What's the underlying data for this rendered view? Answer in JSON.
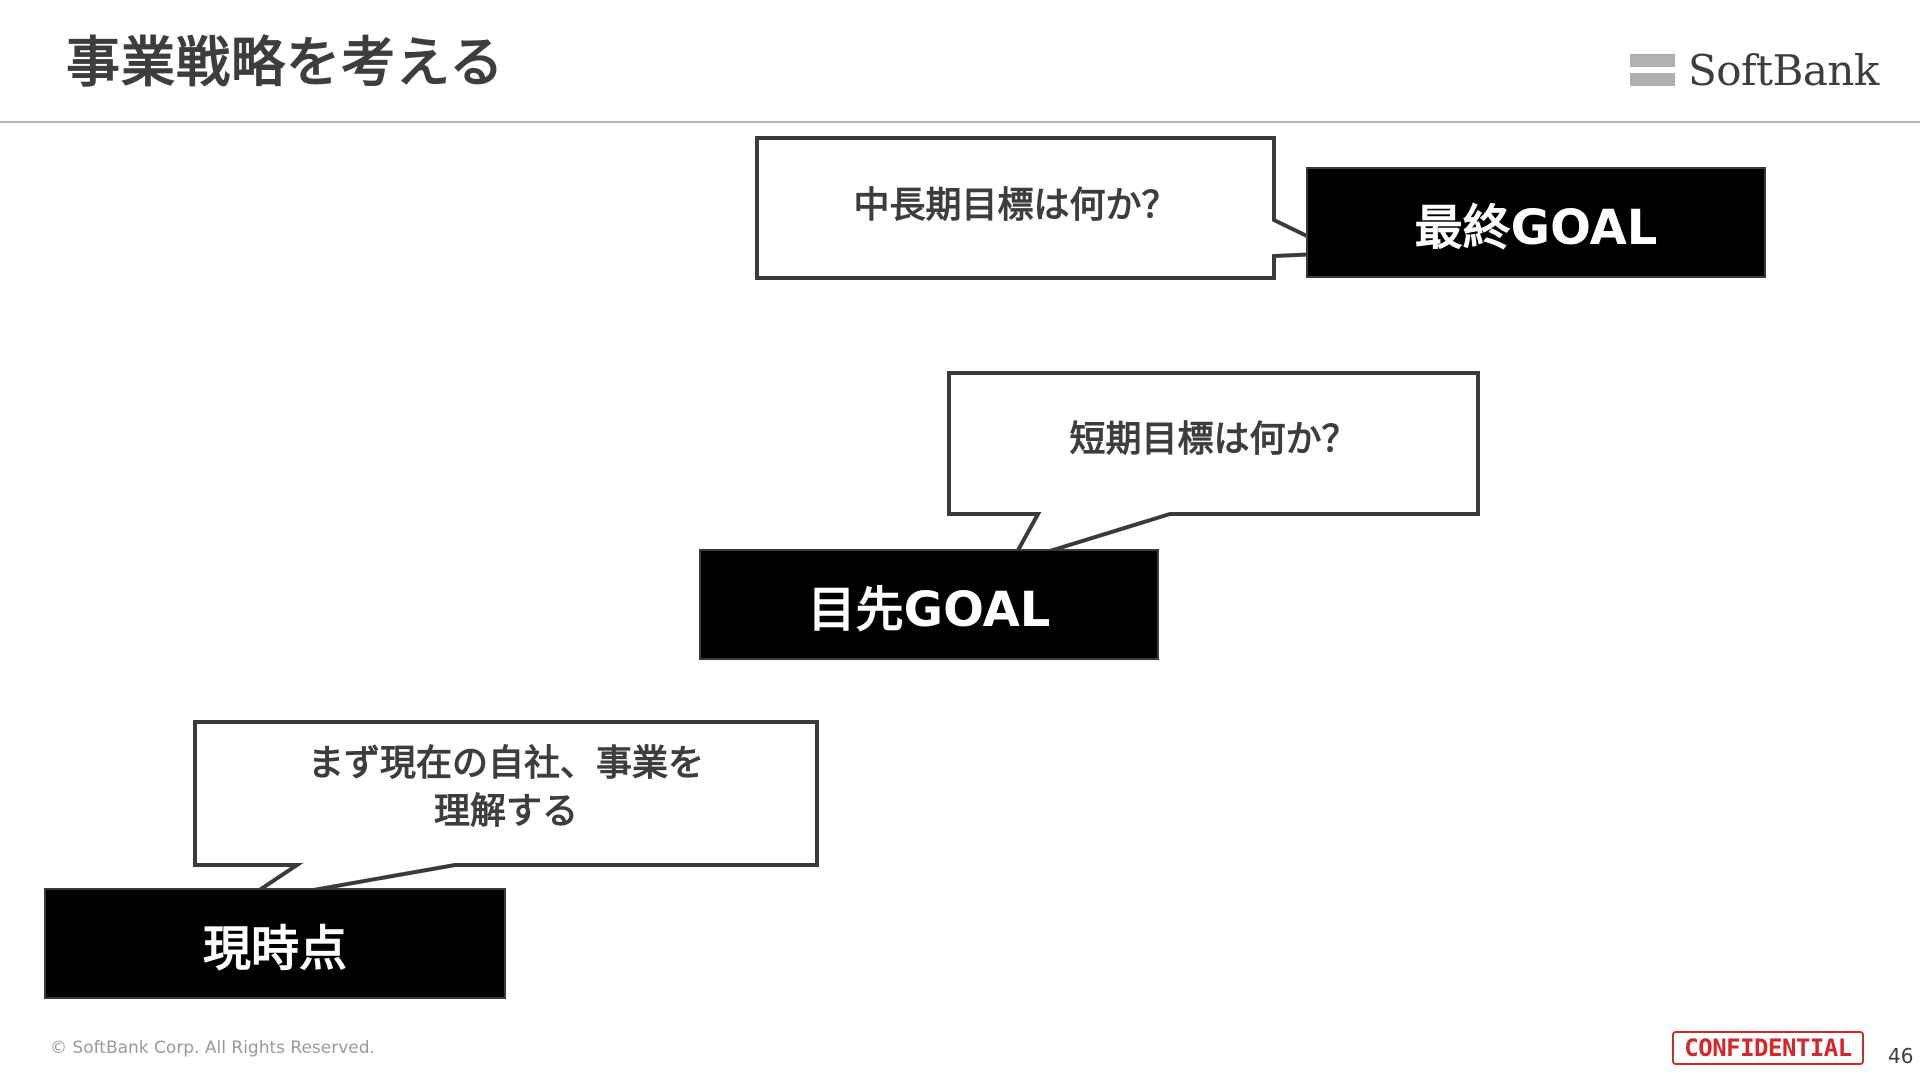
{
  "slide": {
    "title": "事業戦略を考える",
    "logo_text": "SoftBank",
    "footer": "© SoftBank Corp. All Rights Reserved.",
    "confidential": "CONFIDENTIAL",
    "page_number": "46"
  },
  "steps": {
    "current": {
      "label": "現時点",
      "bubble_line1": "まず現在の自社、事業を",
      "bubble_line2": "理解する"
    },
    "near": {
      "label": "目先GOAL",
      "bubble": "短期目標は何か？"
    },
    "final": {
      "label": "最終GOAL",
      "bubble": "中長期目標は何か？"
    }
  }
}
